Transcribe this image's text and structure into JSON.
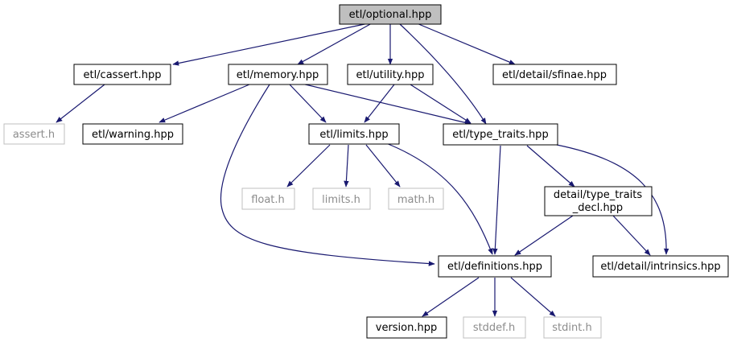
{
  "nodes": {
    "optional": "etl/optional.hpp",
    "cassert": "etl/cassert.hpp",
    "memory": "etl/memory.hpp",
    "utility": "etl/utility.hpp",
    "sfinae": "etl/detail/sfinae.hpp",
    "assert_h": "assert.h",
    "warning": "etl/warning.hpp",
    "limits": "etl/limits.hpp",
    "type_traits": "etl/type_traits.hpp",
    "float_h": "float.h",
    "limits_h": "limits.h",
    "math_h": "math.h",
    "tt_decl_line1": "detail/type_traits",
    "tt_decl_line2": "_decl.hpp",
    "definitions": "etl/definitions.hpp",
    "intrinsics": "etl/detail/intrinsics.hpp",
    "version": "version.hpp",
    "stddef_h": "stddef.h",
    "stdint_h": "stdint.h"
  },
  "colors": {
    "edge": "#191970",
    "root_fill": "#bfbfbf",
    "node_border": "#000000",
    "external_border": "#bfbfbf",
    "external_text": "#8c8c8c"
  }
}
